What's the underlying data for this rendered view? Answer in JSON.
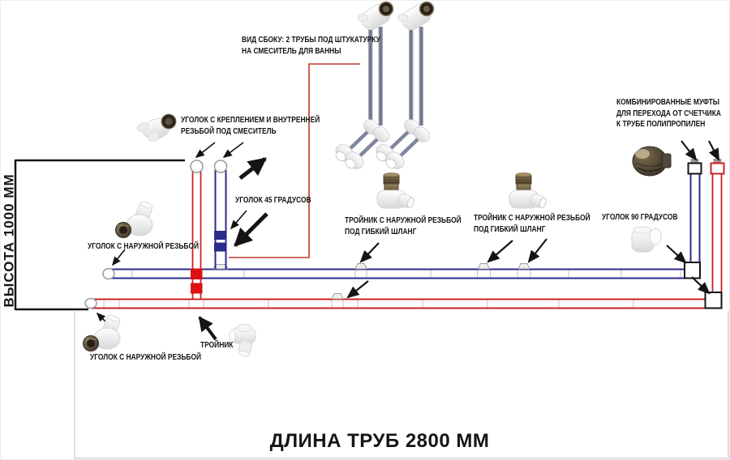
{
  "diagram": {
    "height_label": "ВЫСОТА 1000 ММ",
    "length_label": "ДЛИНА ТРУБ 2800 ММ",
    "labels": {
      "side_view": [
        "ВИД СБОКУ: 2 ТРУБЫ ПОД ШТУКАТУРКУ",
        "НА СМЕСИТЕЛЬ ДЛЯ ВАННЫ"
      ],
      "mount_elbow": [
        "УГОЛОК С КРЕПЛЕНИЕМ И ВНУТРЕННЕЙ",
        "РЕЗЬБОЙ ПОД СМЕСИТЕЛЬ"
      ],
      "elbow_45": "УГОЛОК 45 ГРАДУСОВ",
      "elbow_ext_thread_top": "УГОЛОК С НАРУЖНОЙ РЕЗЬБОЙ",
      "tee_flex_hose": [
        "ТРОЙНИК С НАРУЖНОЙ РЕЗЬБОЙ",
        "ПОД ГИБКИЙ ШЛАНГ"
      ],
      "combined_couplings": [
        "КОМБИНИРОВАННЫЕ МУФТЫ",
        "ДЛЯ ПЕРЕХОДА ОТ СЧЕТЧИКА",
        "К ТРУБЕ ПОЛИПРОПИЛЕН"
      ],
      "elbow_90": "УГОЛОК 90 ГРАДУСОВ",
      "elbow_ext_thread_bottom": "УГОЛОК С НАРУЖНОЙ РЕЗЬБОЙ",
      "tee": "ТРОЙНИК"
    },
    "colors": {
      "cold_pipe": "#2b2b8c",
      "hot_pipe": "#cc2222",
      "hot_fitting_block": "#dd1111",
      "pointer_line": "#c0392b",
      "dimension_line": "#141414",
      "text": "#151515"
    },
    "fittings_pictured": [
      "side-view-pipe-assembly-x2",
      "elbow-with-mount-and-female-thread",
      "elbow-male-thread",
      "tee-male-thread-flex-hose-x2",
      "brass-combined-coupling",
      "white-elbow-90",
      "white-tee",
      "elbow-male-thread-bottom"
    ]
  }
}
